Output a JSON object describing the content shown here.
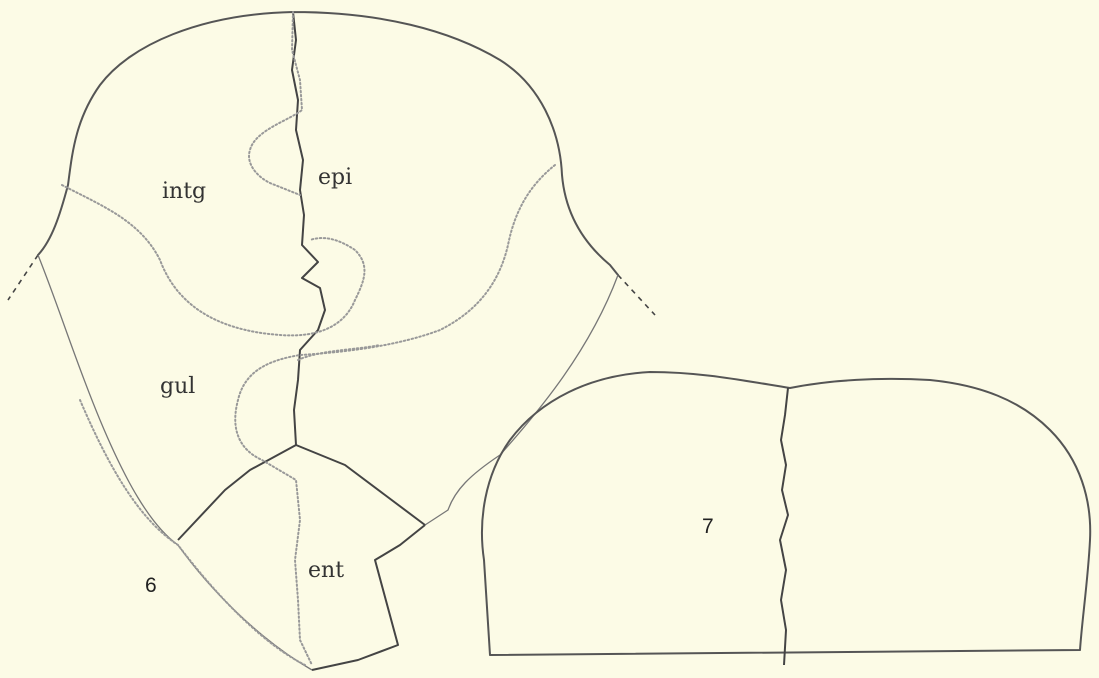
{
  "figure_6": {
    "number": "6",
    "labels": {
      "intg": "intg",
      "epi": "epi",
      "gul": "gul",
      "ent": "ent"
    }
  },
  "figure_7": {
    "number": "7"
  },
  "colors": {
    "background": "#fcfbe6",
    "line": "#555555",
    "dotted": "#999999"
  }
}
